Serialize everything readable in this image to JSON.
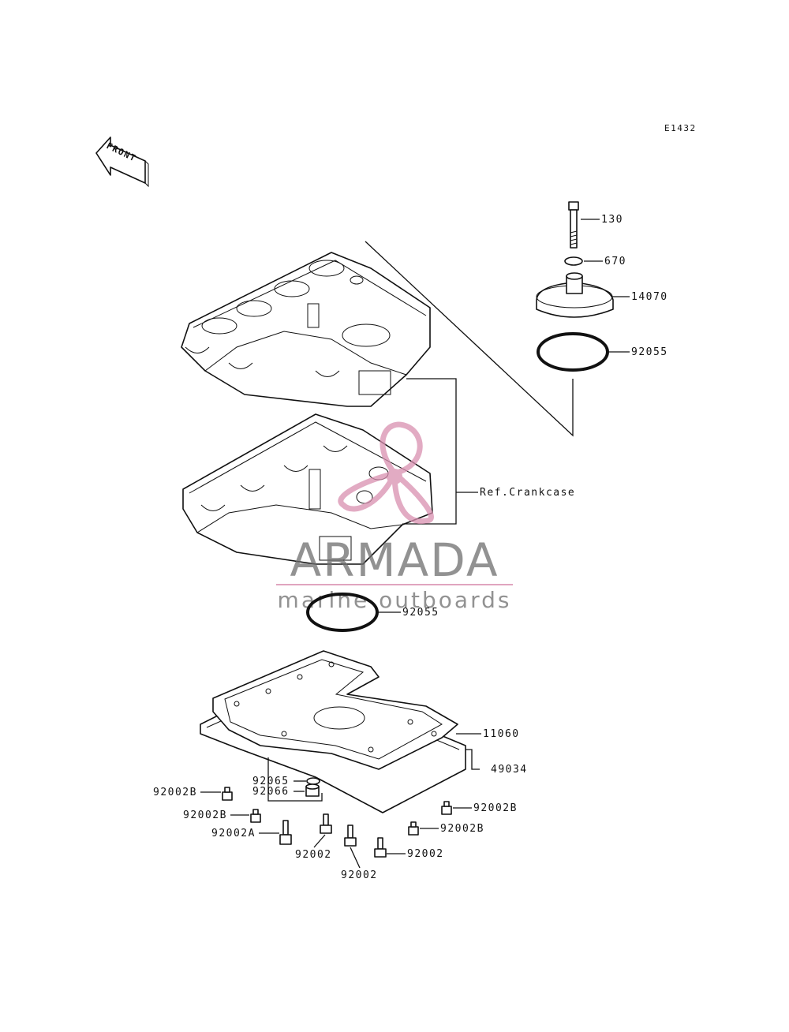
{
  "diagram": {
    "code": "E1432",
    "front_arrow_text": "FRONT",
    "ref_label": "Ref.Crankcase",
    "parts": {
      "p130": "130",
      "p670": "670",
      "p14070": "14070",
      "p92055_top": "92055",
      "p92055_mid": "92055",
      "p11060": "11060",
      "p49034": "49034",
      "p92065": "92065",
      "p92066": "92066",
      "p92002B_1": "92002B",
      "p92002B_2": "92002B",
      "p92002A": "92002A",
      "p92002_1": "92002",
      "p92002_2": "92002",
      "p92002_3": "92002",
      "p92002B_3": "92002B",
      "p92002B_4": "92002B"
    }
  },
  "watermark": {
    "brand": "ARMADA",
    "tagline": "marine outboards",
    "accent_color": "#d98fb0",
    "text_color": "#6e6e6e"
  }
}
